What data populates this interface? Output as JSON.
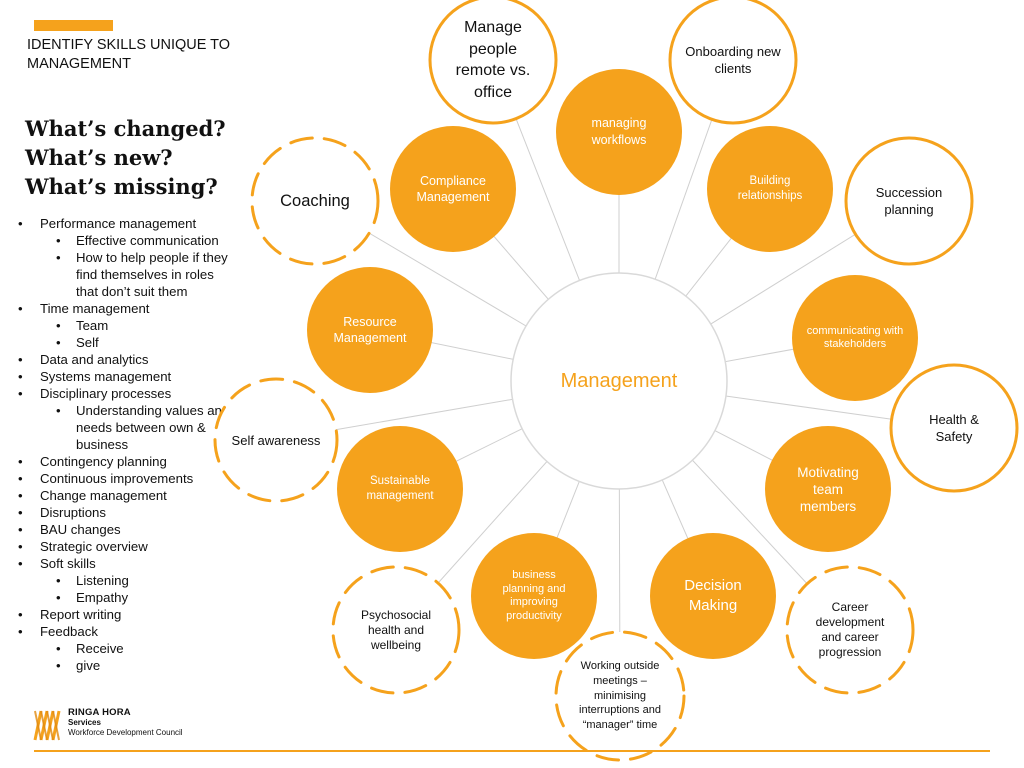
{
  "slide": {
    "title": "IDENTIFY SKILLS UNIQUE TO MANAGEMENT",
    "headline": [
      "What’s changed?",
      "What’s new?",
      "What’s missing?"
    ],
    "bullets": [
      {
        "text": "Performance management",
        "level": 1
      },
      {
        "text": "Effective communication",
        "level": 2
      },
      {
        "text": "How to help people if they find themselves in roles that don’t suit them",
        "level": 2
      },
      {
        "text": "Time management",
        "level": 1
      },
      {
        "text": "Team",
        "level": 2
      },
      {
        "text": "Self",
        "level": 2
      },
      {
        "text": "Data and analytics",
        "level": 1
      },
      {
        "text": "Systems management",
        "level": 1
      },
      {
        "text": "Disciplinary processes",
        "level": 1
      },
      {
        "text": "Understanding values and needs between own & business",
        "level": 2
      },
      {
        "text": "Contingency planning",
        "level": 1
      },
      {
        "text": "Continuous improvements",
        "level": 1
      },
      {
        "text": "Change management",
        "level": 1
      },
      {
        "text": "Disruptions",
        "level": 1
      },
      {
        "text": "BAU changes",
        "level": 1
      },
      {
        "text": "Strategic overview",
        "level": 1
      },
      {
        "text": "Soft skills",
        "level": 1
      },
      {
        "text": "Listening",
        "level": 2
      },
      {
        "text": "Empathy",
        "level": 2
      },
      {
        "text": "Report writing",
        "level": 1
      },
      {
        "text": "Feedback",
        "level": 1
      },
      {
        "text": "Receive",
        "level": 2
      },
      {
        "text": "give",
        "level": 2
      }
    ],
    "bullet_glyph": "•",
    "logo": {
      "brand": "RINGA HORA",
      "services": "Services",
      "council": "Workforce Development Council"
    }
  },
  "colors": {
    "accent": "#f5a21c",
    "hub_stroke": "#d9d9d9",
    "spoke": "#cfcfcf",
    "text_dark": "#111111",
    "text_on_fill": "#ffffff"
  },
  "diagram": {
    "hub": {
      "label": "Management"
    },
    "nodes": [
      {
        "id": "manage-remote",
        "label": "Manage people remote vs. office",
        "style": "outline"
      },
      {
        "id": "onboarding",
        "label": "Onboarding new clients",
        "style": "outline"
      },
      {
        "id": "managing-workflows",
        "label": "managing workflows",
        "style": "filled"
      },
      {
        "id": "compliance",
        "label": "Compliance Management",
        "style": "filled"
      },
      {
        "id": "building-relationships",
        "label": "Building relationships",
        "style": "filled"
      },
      {
        "id": "coaching",
        "label": "Coaching",
        "style": "dashed"
      },
      {
        "id": "succession",
        "label": "Succession planning",
        "style": "outline"
      },
      {
        "id": "resource",
        "label": "Resource Management",
        "style": "filled"
      },
      {
        "id": "communicating",
        "label": "communicating with stakeholders",
        "style": "filled"
      },
      {
        "id": "health-safety",
        "label": "Health & Safety",
        "style": "outline"
      },
      {
        "id": "self-awareness",
        "label": "Self awareness",
        "style": "dashed"
      },
      {
        "id": "sustainable",
        "label": "Sustainable management",
        "style": "filled"
      },
      {
        "id": "motivating",
        "label": "Motivating team members",
        "style": "filled"
      },
      {
        "id": "business-planning",
        "label": "business planning and improving productivity",
        "style": "filled"
      },
      {
        "id": "decision",
        "label": "Decision Making",
        "style": "filled"
      },
      {
        "id": "psychosocial",
        "label": "Psychosocial health and wellbeing",
        "style": "dashed"
      },
      {
        "id": "career",
        "label": "Career development and career progression",
        "style": "dashed"
      },
      {
        "id": "working-outside",
        "label": "Working outside meetings – minimising interruptions and “manager” time",
        "style": "dashed"
      }
    ]
  }
}
